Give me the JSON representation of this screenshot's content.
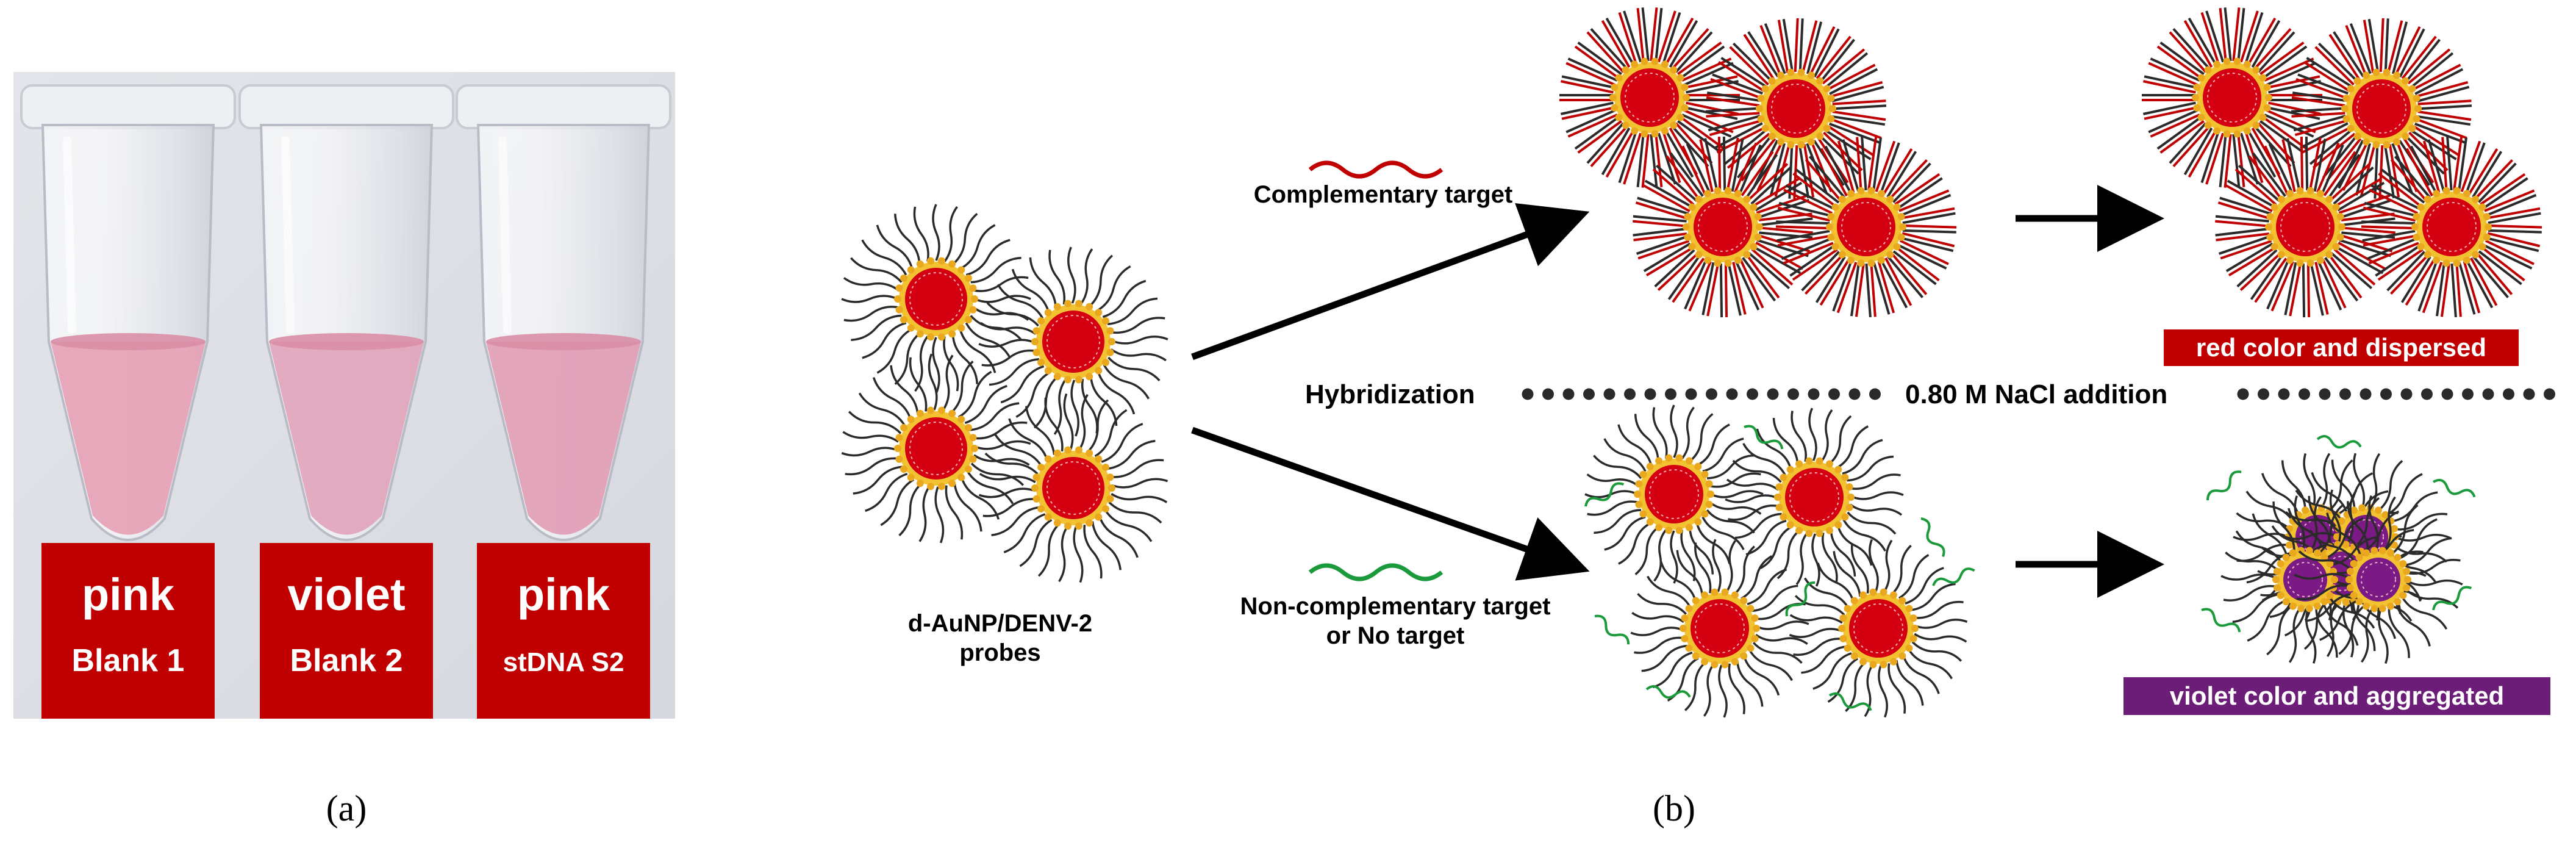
{
  "panel_a": {
    "label": "(a)",
    "tubes": [
      {
        "color_word": "pink",
        "sample": "Blank 1"
      },
      {
        "color_word": "violet",
        "sample": "Blank 2"
      },
      {
        "color_word": "pink",
        "sample": "stDNA S2"
      }
    ],
    "solution_colors": [
      "#e7a3b7",
      "#e1a6bc",
      "#e1a0b6"
    ]
  },
  "panel_b": {
    "label": "(b)",
    "probe_label_line1": "d-AuNP/DENV-2",
    "probe_label_line2": "probes",
    "complementary_label": "Complementary target",
    "noncomplementary_line1": "Non-complementary target",
    "noncomplementary_line2": "or No target",
    "hybridization_label": "Hybridization",
    "nacl_label": "0.80 M NaCl addition",
    "result_dispersed": "red color and dispersed",
    "result_aggregated": "violet color and aggregated"
  },
  "colors": {
    "label_red": "#c00000",
    "label_violet": "#6b1d78",
    "gold_nanoparticle_core": "#d40012",
    "gold_shell": "#f2c230",
    "aggregated_core": "#7b1a84",
    "complementary_strand": "#c00000",
    "noncomplementary_strand": "#1a9a3a",
    "probe_strand": "#2a2a2a"
  }
}
